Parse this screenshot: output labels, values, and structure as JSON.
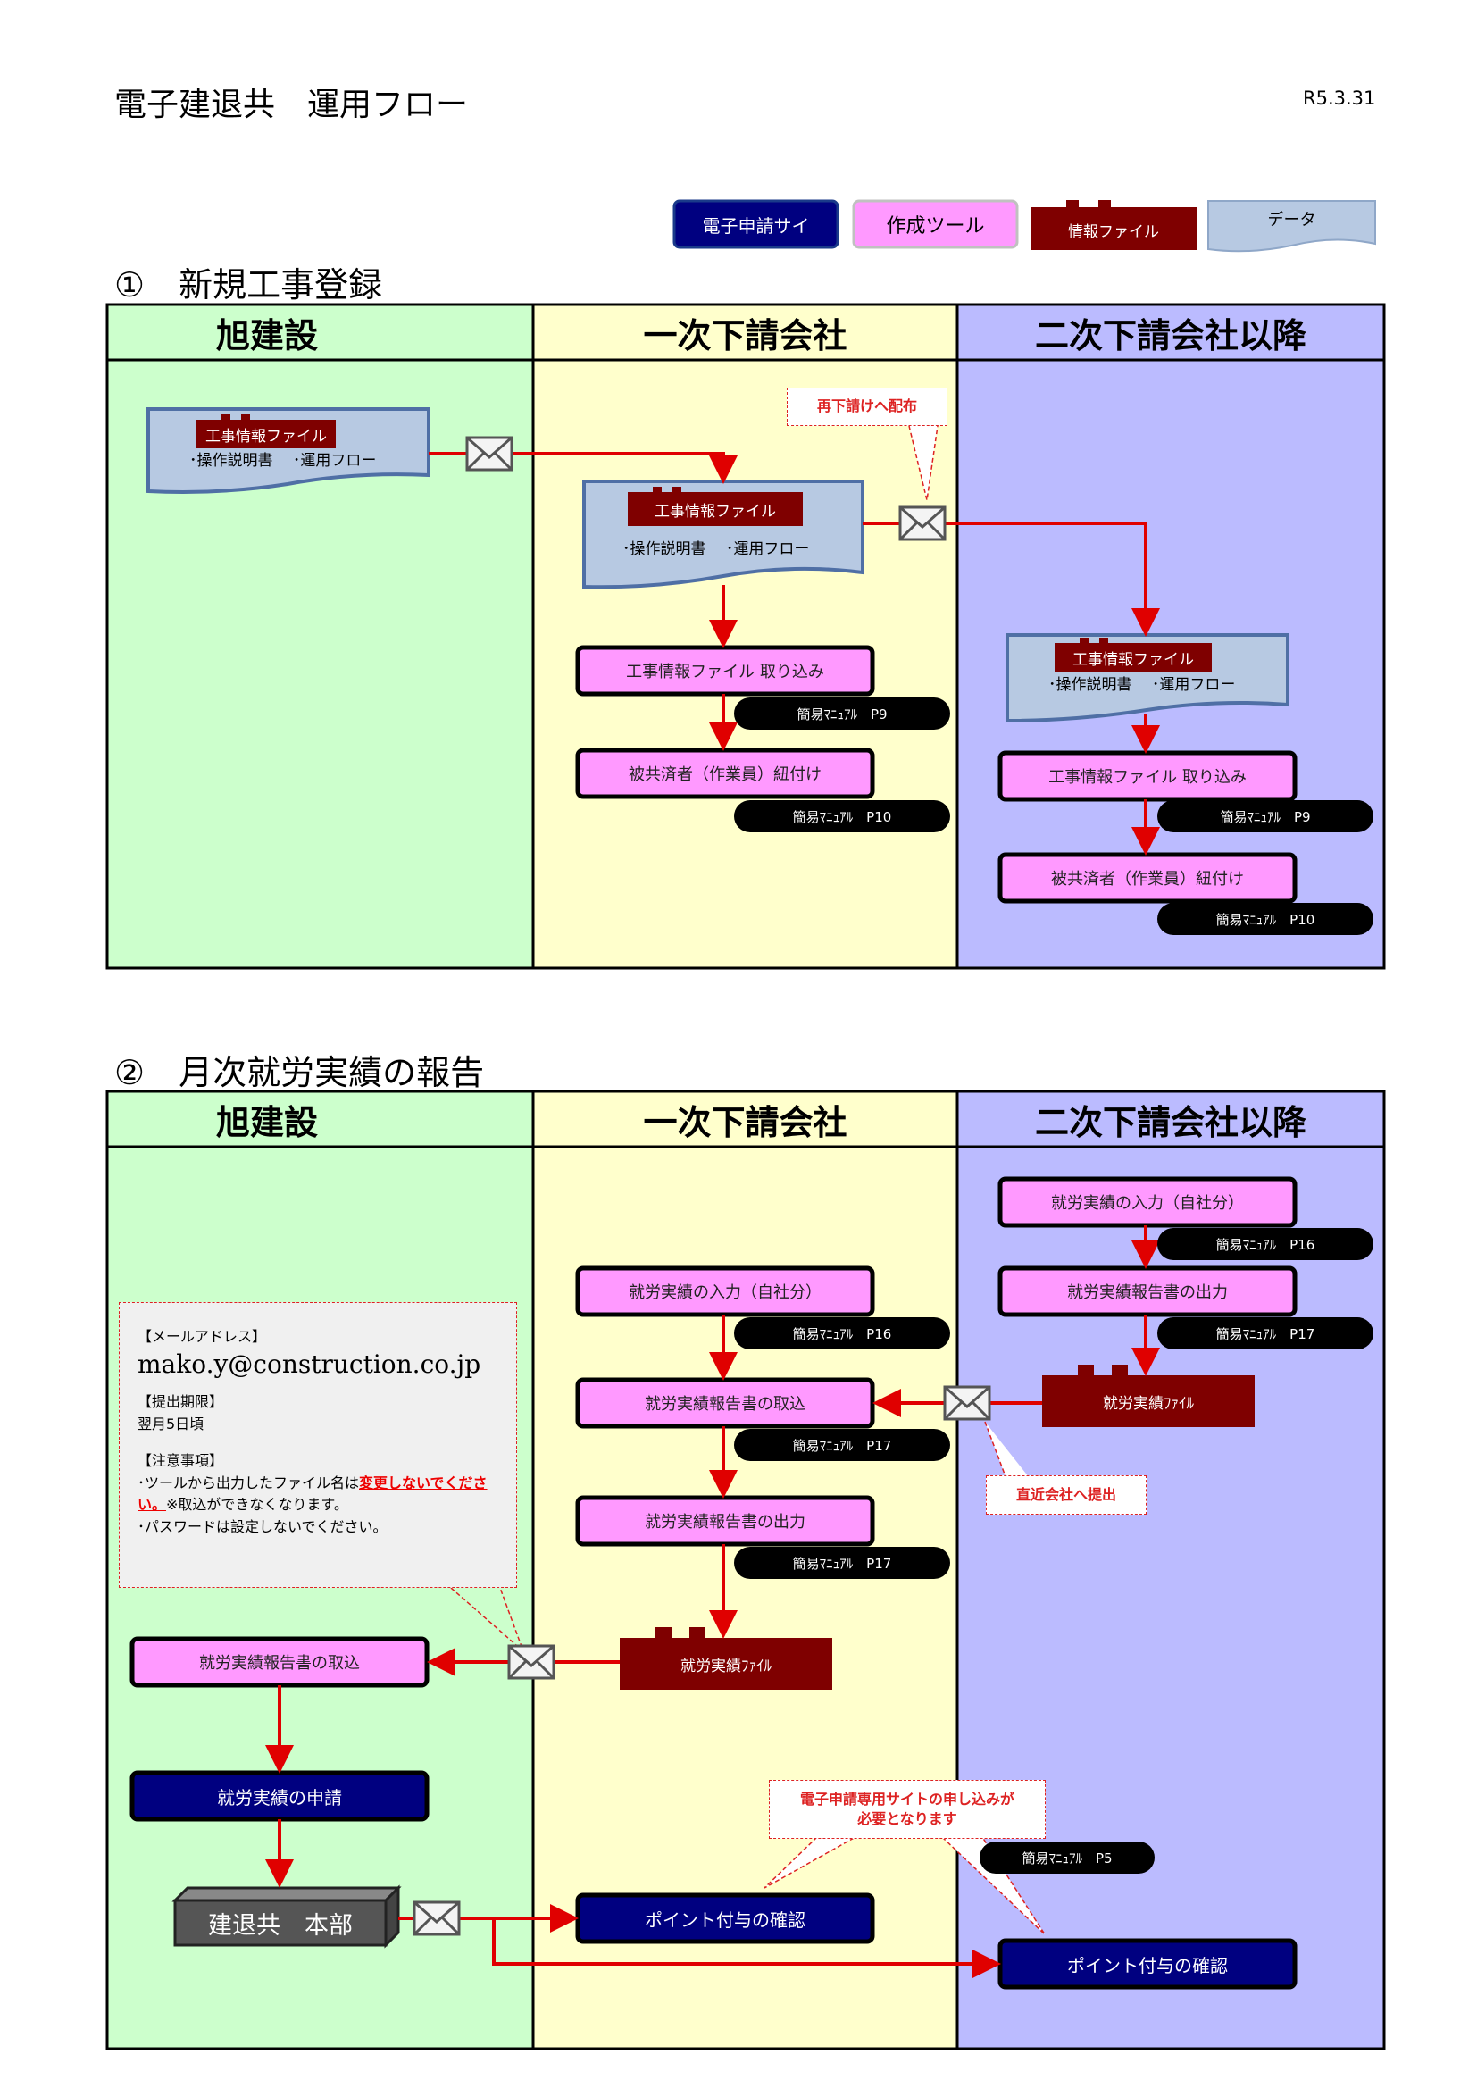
{
  "header": {
    "title": "電子建退共　運用フロー",
    "date": "R5.3.31"
  },
  "legend": {
    "site": "電子申請サイ",
    "tool": "作成ツール",
    "file": "情報ファイル",
    "data": "データ"
  },
  "section1": {
    "title": "①　新規工事登録",
    "lanes": [
      "旭建設",
      "一次下請会社",
      "二次下請会社以降"
    ],
    "doc_file_label": "工事情報ファイル",
    "doc_lines": "･操作説明書　 ･運用フロー",
    "callout_redistribute": "再下請けへ配布",
    "steps": {
      "import": "工事情報ファイル 取り込み",
      "link": "被共済者（作業員）紐付け"
    },
    "manuals": {
      "p9": "簡易ﾏﾆｭｱﾙ　P9",
      "p10": "簡易ﾏﾆｭｱﾙ　P10"
    }
  },
  "section2": {
    "title": "②　月次就労実績の報告",
    "lanes": [
      "旭建設",
      "一次下請会社",
      "二次下請会社以降"
    ],
    "steps": {
      "input_self": "就労実績の入力（自社分）",
      "output_report": "就労実績報告書の出力",
      "import_report": "就労実績報告書の取込",
      "apply": "就労実績の申請",
      "point_confirm": "ポイント付与の確認"
    },
    "file_label": "就労実績ﾌｧｲﾙ",
    "manuals": {
      "p16": "簡易ﾏﾆｭｱﾙ　P16",
      "p17": "簡易ﾏﾆｭｱﾙ　P17",
      "p5": "簡易ﾏﾆｭｱﾙ　P5"
    },
    "callout_submit": "直近会社へ提出",
    "callout_site": "電子申請専用サイトの申し込みが\n必要となります",
    "hq": "建退共　本部",
    "note": {
      "mail_heading": "【メールアドレス】",
      "mail": "mako.y@construction.co.jp",
      "deadline_heading": "【提出期限】",
      "deadline": "翌月5日頃",
      "caution_heading": "【注意事項】",
      "caution_1a": "･ツールから出力したファイル名は",
      "caution_1b": "変更しないでください。",
      "caution_1c": "※取込ができなくなります。",
      "caution_2": "･パスワードは設定しないでください。"
    }
  },
  "colors": {
    "lane1": "#ccffcc",
    "lane2": "#ffffcc",
    "lane3": "#bbbbff",
    "navy": "#000080",
    "pink": "#ff99ff",
    "maroon": "#7f0000",
    "doc": "#b7c9e2",
    "arrow": "#e00000"
  }
}
